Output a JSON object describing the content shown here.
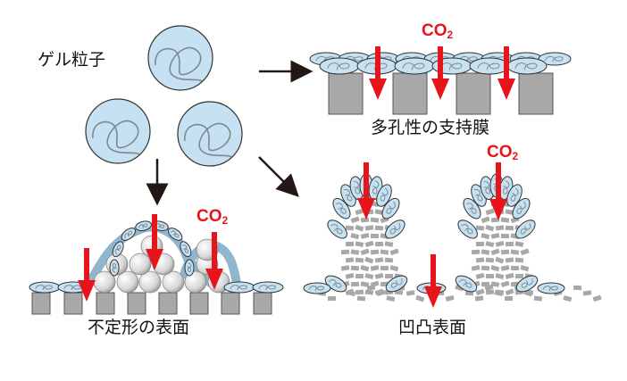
{
  "labels": {
    "gel_particles": "ゲル粒子",
    "porous_support": "多孔性の支持膜",
    "irregular_surface": "不定形の表面",
    "uneven_surface": "凹凸表面"
  },
  "co2": {
    "main": "CO",
    "sub": "2"
  },
  "colors": {
    "particle_fill": "#c6e2f2",
    "particle_stroke": "#333333",
    "strand": "#7f8a90",
    "support_block": "#a8a8a8",
    "arrow_red": "#e8141b",
    "arrow_black": "#231815",
    "sphere": "#e0e0e0"
  }
}
